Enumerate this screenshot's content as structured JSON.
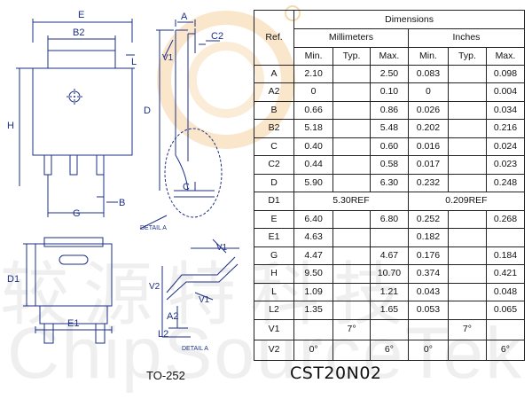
{
  "watermark": {
    "cjk": "较源特科技",
    "latin": "ChipSourceTek"
  },
  "drawing_labels": {
    "E": "E",
    "B2": "B2",
    "L": "L",
    "H": "H",
    "B": "B",
    "G": "G",
    "A": "A",
    "C2": "C2",
    "V1": "V1",
    "D": "D",
    "C": "C",
    "detail_a": "DETAIL A",
    "D1": "D1",
    "E1": "E1",
    "V2": "V2",
    "L2": "L2",
    "A2": "A2"
  },
  "package_name": "TO-252",
  "part_number": "CST20N02",
  "table": {
    "ref_header": "Ref.",
    "dimensions_header": "Dimensions",
    "mm_header": "Millimeters",
    "in_header": "Inches",
    "min": "Min.",
    "typ": "Typ.",
    "max": "Max.",
    "rows": [
      {
        "ref": "A",
        "mm_min": "2.10",
        "mm_typ": "",
        "mm_max": "2.50",
        "in_min": "0.083",
        "in_typ": "",
        "in_max": "0.098"
      },
      {
        "ref": "A2",
        "mm_min": "0",
        "mm_typ": "",
        "mm_max": "0.10",
        "in_min": "0",
        "in_typ": "",
        "in_max": "0.004"
      },
      {
        "ref": "B",
        "mm_min": "0.66",
        "mm_typ": "",
        "mm_max": "0.86",
        "in_min": "0.026",
        "in_typ": "",
        "in_max": "0.034"
      },
      {
        "ref": "B2",
        "mm_min": "5.18",
        "mm_typ": "",
        "mm_max": "5.48",
        "in_min": "0.202",
        "in_typ": "",
        "in_max": "0.216"
      },
      {
        "ref": "C",
        "mm_min": "0.40",
        "mm_typ": "",
        "mm_max": "0.60",
        "in_min": "0.016",
        "in_typ": "",
        "in_max": "0.024"
      },
      {
        "ref": "C2",
        "mm_min": "0.44",
        "mm_typ": "",
        "mm_max": "0.58",
        "in_min": "0.017",
        "in_typ": "",
        "in_max": "0.023"
      },
      {
        "ref": "D",
        "mm_min": "5.90",
        "mm_typ": "",
        "mm_max": "6.30",
        "in_min": "0.232",
        "in_typ": "",
        "in_max": "0.248"
      },
      {
        "ref": "D1",
        "mm_merged": "5.30REF",
        "in_merged": "0.209REF"
      },
      {
        "ref": "E",
        "mm_min": "6.40",
        "mm_typ": "",
        "mm_max": "6.80",
        "in_min": "0.252",
        "in_typ": "",
        "in_max": "0.268"
      },
      {
        "ref": "E1",
        "mm_min": "4.63",
        "mm_typ": "",
        "mm_max": "",
        "in_min": "0.182",
        "in_typ": "",
        "in_max": ""
      },
      {
        "ref": "G",
        "mm_min": "4.47",
        "mm_typ": "",
        "mm_max": "4.67",
        "in_min": "0.176",
        "in_typ": "",
        "in_max": "0.184"
      },
      {
        "ref": "H",
        "mm_min": "9.50",
        "mm_typ": "",
        "mm_max": "10.70",
        "in_min": "0.374",
        "in_typ": "",
        "in_max": "0.421"
      },
      {
        "ref": "L",
        "mm_min": "1.09",
        "mm_typ": "",
        "mm_max": "1.21",
        "in_min": "0.043",
        "in_typ": "",
        "in_max": "0.048"
      },
      {
        "ref": "L2",
        "mm_min": "1.35",
        "mm_typ": "",
        "mm_max": "1.65",
        "in_min": "0.053",
        "in_typ": "",
        "in_max": "0.065"
      },
      {
        "ref": "V1",
        "mm_min": "",
        "mm_typ": "7°",
        "mm_max": "",
        "in_min": "",
        "in_typ": "7°",
        "in_max": ""
      },
      {
        "ref": "V2",
        "mm_min": "0°",
        "mm_typ": "",
        "mm_max": "6°",
        "in_min": "0°",
        "in_typ": "",
        "in_max": "6°"
      }
    ]
  },
  "colors": {
    "line": "#1c2f86",
    "text": "#111111",
    "watermark_ring": "#f3c98b",
    "watermark_text": "#bdbdbd"
  }
}
